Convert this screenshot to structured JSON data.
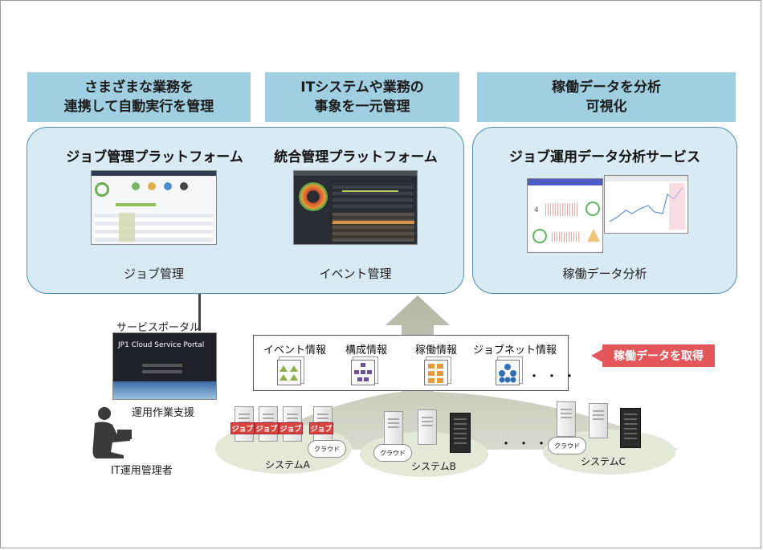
{
  "headers": [
    {
      "line1": "さまざまな業務を",
      "line2": "連携して自動実行を管理"
    },
    {
      "line1": "ITシステムや業務の",
      "line2": "事象を一元管理"
    },
    {
      "line1": "稼働データを分析",
      "line2": "可視化"
    }
  ],
  "left_panel": {
    "job_platform": {
      "title": "ジョブ管理プラットフォーム",
      "label": "ジョブ管理"
    },
    "integrated_platform": {
      "title": "統合管理プラットフォーム",
      "label": "イベント管理"
    }
  },
  "right_panel": {
    "title": "ジョブ運用データ分析サービス",
    "label": "稼働データ分析"
  },
  "portal": {
    "label": "サービスポータル",
    "screen_title": "JP1 Cloud Service Portal",
    "caption": "運用作業支援"
  },
  "admin": {
    "label": "IT運用管理者"
  },
  "info": {
    "items": [
      "イベント情報",
      "構成情報",
      "稼働情報",
      "ジョブネット情報"
    ],
    "more": "・・・"
  },
  "callout": "稼働データを取得",
  "systems": {
    "a": "システムA",
    "b": "システムB",
    "c": "システムC",
    "between": "・・・"
  },
  "tags": {
    "job": "ジョブ",
    "cloud": "クラウド"
  },
  "colors": {
    "header_bg": "#9fcfe0",
    "panel_bg": "#d8eaf3",
    "panel_border": "#4c8fb1",
    "callout": "#e3565a",
    "arrow": "#b3b8a4",
    "job_tag": "#d8453f"
  }
}
